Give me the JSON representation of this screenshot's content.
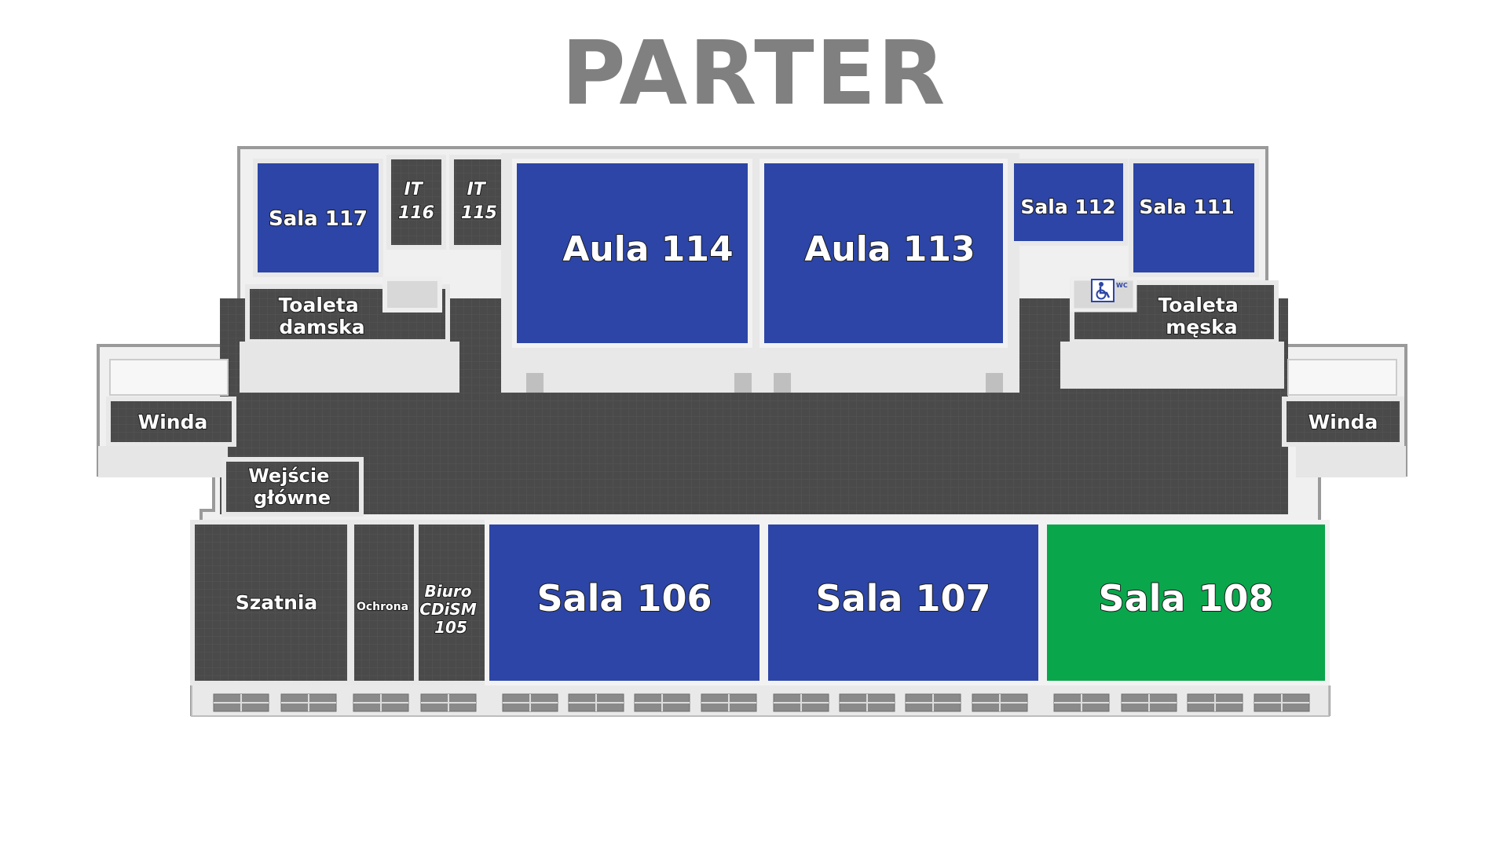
{
  "title": "PARTER",
  "colors": {
    "room_blue": "#2c45a6",
    "room_green": "#0aa64c",
    "floor_dark": "#4b4b4b",
    "wall": "#f3f3f3",
    "wall_shade": "#d6d6d6",
    "title_gray": "#808080"
  },
  "rooms": {
    "sala117": "Sala 117",
    "it116": [
      "IT",
      "116"
    ],
    "it115": [
      "IT",
      "115"
    ],
    "aula114": "Aula 114",
    "aula113": "Aula 113",
    "sala112": "Sala 112",
    "sala111": "Sala 111",
    "toaleta_damska": [
      "Toaleta",
      "damska"
    ],
    "toaleta_meska": [
      "Toaleta",
      "męska"
    ],
    "wc_badge": "WC",
    "winda_left": "Winda",
    "winda_right": "Winda",
    "wejscie": [
      "Wejście",
      "główne"
    ],
    "szatnia": "Szatnia",
    "ochrona": "Ochrona",
    "biuro": [
      "Biuro",
      "CDiSM",
      "105"
    ],
    "sala106": "Sala 106",
    "sala107": "Sala 107",
    "sala108": "Sala 108"
  },
  "icons": {
    "accessible": "wheelchair-icon",
    "window": "window-icon",
    "door": "door-icon"
  }
}
